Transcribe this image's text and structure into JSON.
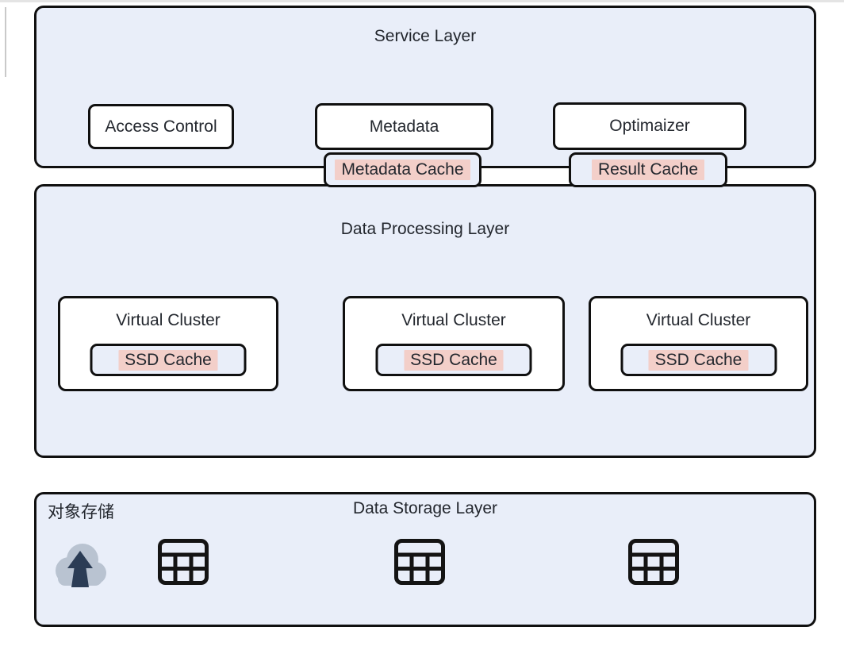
{
  "colors": {
    "layer_bg": "#e9eef9",
    "node_bg": "#ffffff",
    "border": "#101010",
    "highlight_pink": "#f3cfc9",
    "text": "#23272e",
    "cloud_gray": "#b9c3d1",
    "cloud_arrow_navy": "#2b3c55"
  },
  "service_layer": {
    "title": "Service Layer",
    "boxes": [
      {
        "label": "Access Control"
      },
      {
        "label": "Metadata"
      },
      {
        "label": "Optimaizer"
      }
    ],
    "cache_boxes": [
      {
        "label": "Metadata Cache"
      },
      {
        "label": "Result Cache"
      }
    ]
  },
  "processing_layer": {
    "title": "Data Processing Layer",
    "clusters": [
      {
        "label": "Virtual Cluster",
        "cache": "SSD Cache"
      },
      {
        "label": "Virtual Cluster",
        "cache": "SSD Cache"
      },
      {
        "label": "Virtual Cluster",
        "cache": "SSD Cache"
      }
    ]
  },
  "storage_layer": {
    "title": "Data Storage Layer",
    "corner_label": "对象存储",
    "icons": [
      "cloud-upload-icon",
      "table-icon",
      "table-icon",
      "table-icon"
    ]
  }
}
